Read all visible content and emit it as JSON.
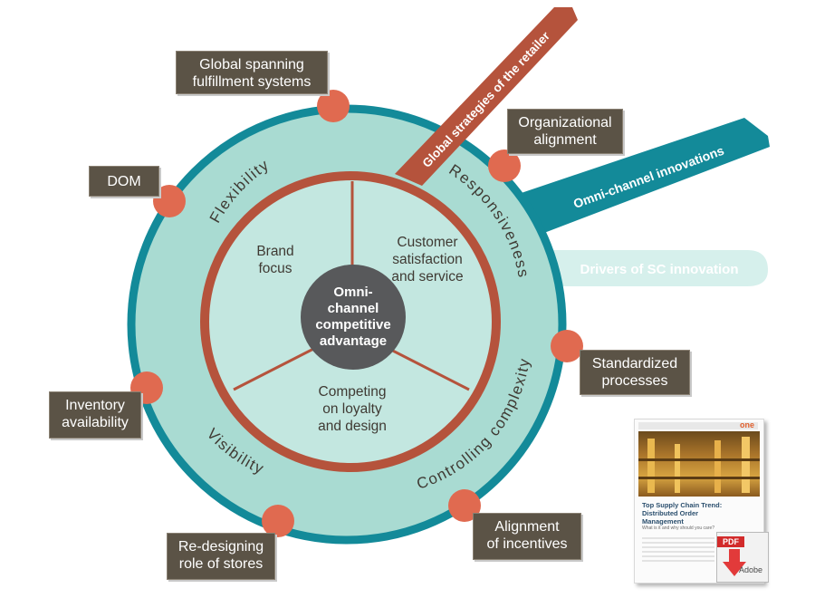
{
  "bands": {
    "global": "Global strategies of the retailer",
    "omni": "Omni-channel innovations",
    "drivers": "Drivers of SC innovation"
  },
  "ring_labels": {
    "flexibility": "Flexibility",
    "responsiveness": "Responsiveness",
    "controlling": "Controlling complexity",
    "visibility": "Visibility"
  },
  "segments": {
    "brand": [
      "Brand",
      "focus"
    ],
    "customer": [
      "Customer",
      "satisfaction",
      "and service"
    ],
    "competing": [
      "Competing",
      "on loyalty",
      "and design"
    ]
  },
  "center": [
    "Omni-",
    "channel",
    "competitive",
    "advantage"
  ],
  "callouts": {
    "global_spanning": [
      "Global spanning",
      "fulfillment systems"
    ],
    "organizational": [
      "Organizational",
      "alignment"
    ],
    "dom": [
      "DOM"
    ],
    "standardized": [
      "Standardized",
      "processes"
    ],
    "inventory": [
      "Inventory",
      "availability"
    ],
    "alignment": [
      "Alignment",
      "of incentives"
    ],
    "redesigning": [
      "Re-designing",
      "role of stores"
    ]
  },
  "document": {
    "logo": "one",
    "title": [
      "Top Supply Chain Trend:",
      "Distributed Order",
      "Management"
    ],
    "subtitle": "What is it and why should you care?",
    "pdf": "PDF",
    "adobe": "Adobe"
  },
  "colors": {
    "outer_ring": "#a9dbd2",
    "teal_border": "#138a99",
    "rust": "#b5533c",
    "dot": "#e06a50",
    "center": "#58595b",
    "callout_bg": "#5b5346"
  }
}
